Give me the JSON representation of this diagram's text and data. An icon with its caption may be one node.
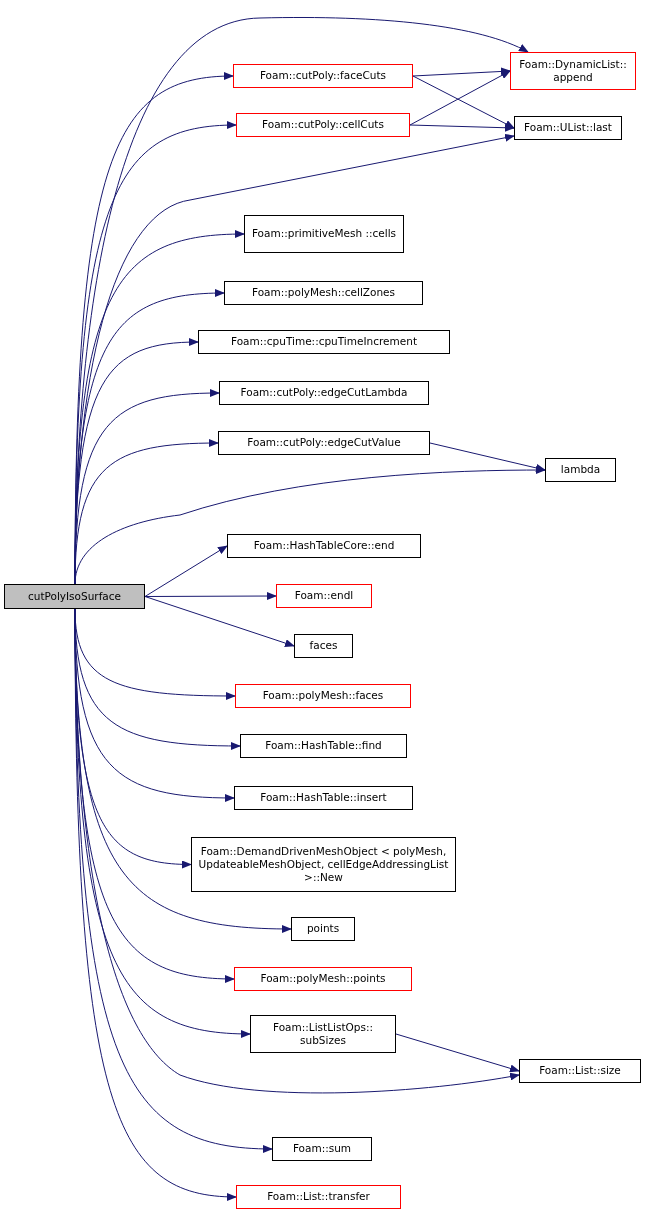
{
  "diagram": {
    "nodes": [
      {
        "text": [
          "cutPolyIsoSurface"
        ]
      },
      {
        "text": [
          "Foam::DynamicList:: append"
        ]
      },
      {
        "text": [
          "Foam::cutPoly::faceCuts"
        ]
      },
      {
        "text": [
          "Foam::cutPoly::cellCuts"
        ]
      },
      {
        "text": [
          "Foam::UList::last"
        ]
      },
      {
        "text": [
          "Foam::primitiveMesh ::cells"
        ]
      },
      {
        "text": [
          "Foam::polyMesh::cellZones"
        ]
      },
      {
        "text": [
          "Foam::cpuTime::cpuTimeIncrement"
        ]
      },
      {
        "text": [
          "Foam::cutPoly::edgeCutLambda"
        ]
      },
      {
        "text": [
          "Foam::cutPoly::edgeCutValue"
        ]
      },
      {
        "text": [
          "lambda"
        ]
      },
      {
        "text": [
          "Foam::HashTableCore::end"
        ]
      },
      {
        "text": [
          "Foam::endl"
        ]
      },
      {
        "text": [
          "faces"
        ]
      },
      {
        "text": [
          "Foam::polyMesh::faces"
        ]
      },
      {
        "text": [
          "Foam::HashTable::find"
        ]
      },
      {
        "text": [
          "Foam::HashTable::insert"
        ]
      },
      {
        "text": [
          "Foam::DemandDrivenMeshObject < polyMesh, UpdateableMeshObject, cellEdgeAddressingList >::New"
        ]
      },
      {
        "text": [
          "points"
        ]
      },
      {
        "text": [
          "Foam::polyMesh::points"
        ]
      },
      {
        "text": [
          "Foam::ListListOps:: subSizes"
        ]
      },
      {
        "text": [
          "Foam::List::size"
        ]
      },
      {
        "text": [
          "Foam::sum"
        ]
      },
      {
        "text": [
          "Foam::List::transfer"
        ]
      }
    ],
    "edges": [
      {
        "from": 0,
        "to": 1,
        "arrow": "to"
      },
      {
        "from": 0,
        "to": 2,
        "arrow": "to"
      },
      {
        "from": 0,
        "to": 3,
        "arrow": "to"
      },
      {
        "from": 0,
        "to": 4,
        "arrow": "to"
      },
      {
        "from": 0,
        "to": 5,
        "arrow": "to"
      },
      {
        "from": 0,
        "to": 6,
        "arrow": "to"
      },
      {
        "from": 0,
        "to": 7,
        "arrow": "to"
      },
      {
        "from": 0,
        "to": 8,
        "arrow": "to"
      },
      {
        "from": 0,
        "to": 9,
        "arrow": "to"
      },
      {
        "from": 0,
        "to": 10,
        "arrow": "to"
      },
      {
        "from": 0,
        "to": 11,
        "arrow": "to"
      },
      {
        "from": 0,
        "to": 12,
        "arrow": "to"
      },
      {
        "from": 0,
        "to": 13,
        "arrow": "to"
      },
      {
        "from": 0,
        "to": 14,
        "arrow": "to"
      },
      {
        "from": 0,
        "to": 15,
        "arrow": "to"
      },
      {
        "from": 0,
        "to": 16,
        "arrow": "to"
      },
      {
        "from": 0,
        "to": 17,
        "arrow": "to"
      },
      {
        "from": 0,
        "to": 18,
        "arrow": "to"
      },
      {
        "from": 0,
        "to": 19,
        "arrow": "to"
      },
      {
        "from": 0,
        "to": 20,
        "arrow": "to"
      },
      {
        "from": 0,
        "to": 21,
        "arrow": "to"
      },
      {
        "from": 0,
        "to": 22,
        "arrow": "to"
      },
      {
        "from": 0,
        "to": 23,
        "arrow": "to"
      },
      {
        "from": 2,
        "to": 1,
        "arrow": "to"
      },
      {
        "from": 2,
        "to": 4,
        "arrow": "to"
      },
      {
        "from": 3,
        "to": 1,
        "arrow": "to"
      },
      {
        "from": 3,
        "to": 4,
        "arrow": "to"
      },
      {
        "from": 9,
        "to": 10,
        "arrow": "to"
      },
      {
        "from": 20,
        "to": 21,
        "arrow": "to"
      }
    ]
  }
}
